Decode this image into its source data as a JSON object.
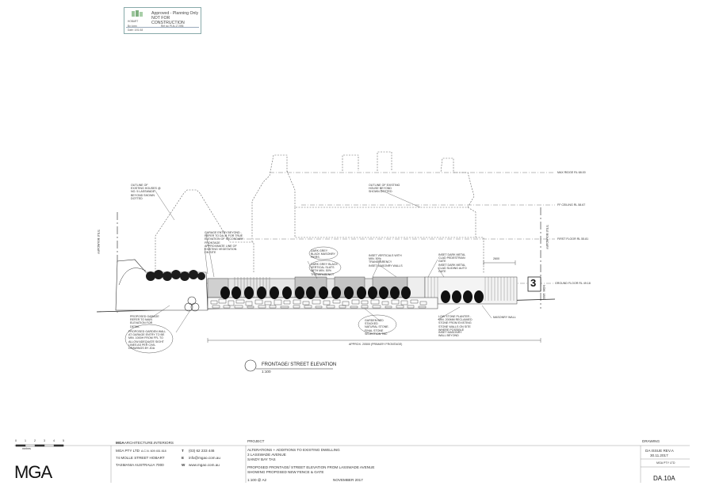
{
  "stamp": {
    "approved": "Approved - Planning Only",
    "not_for_construction": "NOT FOR CONSTRUCTION",
    "by_label": "By: kmn",
    "ref_label": "Ref no: PLN-17-996",
    "date_label": "Date: 1/01/18",
    "logo_text": "HOBART"
  },
  "drawing": {
    "level_labels": [
      "MAX RIDGE RL 68.00",
      "FF CEILING RL 58.67",
      "FIRST FLOOR RL 55.81",
      "GROUND FLOOR RL 49.18"
    ],
    "boundary_left": "TITLE BOUNDARY",
    "boundary_right": "TITLE BOUNDARY",
    "dim_2600": "2600",
    "dim_1800": "NOM. 1800",
    "house_number": "3",
    "frontage_dim": "APPROX. 20500 (PRIMARY FRONTAGE)",
    "notes": {
      "outline_left": "OUTLINE OF EXISTING HOUSES @ NO. 5 LASSWADE BEYOND SHOWN DOTTED",
      "outline_right": "OUTLINE OF EXISTING HOUSE BEYOND SHOWN DOTTED",
      "garage_entry": "GARAGE ENTRY BEYOND - REFER TO DA.11 FOR TRUE ELEVATION OF SECONDARY FRONTAGE",
      "approx_line": "APPROXIMATE LINE OF EXISTING VEGETATION ON SITE",
      "dark_grey_masonry": "DARK GREY BLACK MASONRY PIERS",
      "dark_grey_vertical": "DARK GREY BLACK VERTICAL SLATS WITH MIN. 50% TRANSPARENCY",
      "inset_vertical": "INSET VERTICALS WITH MIN. 50% TRANSPARENCY",
      "inset_masonry": "INSET MASONRY WALLS",
      "inset_dark_metal_ped": "INSET DARK METAL CLAD PEDESTRIAN GATE",
      "inset_dark_metal_auto": "INSET DARK METAL CLAD SLIDING AUTO GATE",
      "proposed_garage": "PROPOSED GARAGE REFER TO MAIN ELEVATION FOR DETAIL",
      "proposed_garden": "PROPOSED GARDEN WALL AT GARAGE ENTRY TO BE MIN. 1000H FROM FFL TO ALLOW ADEQUATE SIGHT LINES AS PER CIVIL DRAWINGS BY JDA",
      "garden_bed": "GARDEN BED STACKED NATURAL STONE. FINAL STONE SELECTION TBC",
      "low_stone": "LOW STONE PLANTER - MIN. 200MM RECLAIMED STONE FROM EXISTING STONE WALLS ON SITE WHERE POSSIBLE",
      "inset_masonry_wall": "INSET MASONRY WALL BEYOND",
      "masonry_wall": "MASONRY WALL"
    },
    "title": "FRONTAGE/ STREET ELEVATION",
    "scale": "1:100"
  },
  "title_block": {
    "scale_bar_ticks": [
      "0",
      "1",
      "2",
      "3",
      "4",
      "5"
    ],
    "scale_bar_unit": "metres",
    "firm_name_bold": "MGA",
    "firm_name": "ARCHITECTURE.INTERIORS",
    "firm_ltd": "MGA PTY LTD",
    "acn": "A.C.N. 609 451 818",
    "address1": "74 MOLLE STREET HOBART",
    "address2": "TASMANIA AUSTRALIA 7000",
    "t_label": "T",
    "phone": "(03) 62 233 446",
    "e_label": "E",
    "email": "info@mgao.com.au",
    "w_label": "W",
    "web": "www.mgao.com.au",
    "logo": "MGA",
    "project_label": "PROJECT",
    "project_line1": "ALTERATIONS + ADDITIONS TO EXISTING DWELLING",
    "project_line2": "3 LASSWADE AVENUE",
    "project_line3": "SANDY BAY   TAS",
    "desc_line1": "PROPOSED FRONTAGE/ STREET ELEVATION FROM LASSWADE AVENUE",
    "desc_line2": "SHOWING PROPOSED NEW FENCE & GATE",
    "scale_text": "1:100 @  A2",
    "date_text": "NOVEMBER  2017",
    "drawing_label": "DRAWING",
    "issue": "DA ISSUE REV.A",
    "issue_date": "30.11.2017",
    "rev_small": "MGA PTY LTD",
    "drawing_no": "DA.10A"
  }
}
